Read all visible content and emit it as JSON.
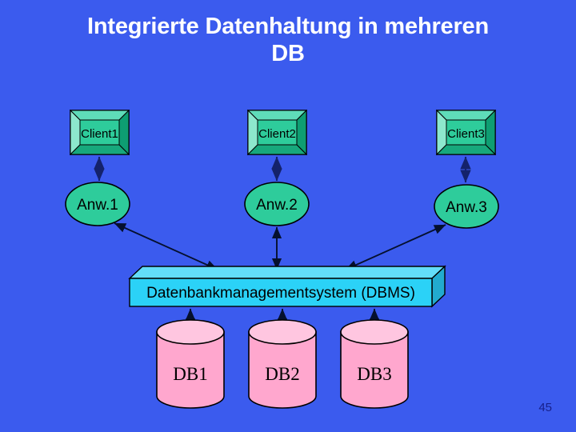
{
  "slide": {
    "title": "Integrierte Datenhaltung in mehreren DB",
    "title_line1": "Integrierte Datenhaltung in mehreren",
    "title_line2": "DB",
    "page_number": "45",
    "background_color": "#3B5BEE",
    "title_color": "#FFFFFF"
  },
  "diagram": {
    "type": "architecture-diagram",
    "colors": {
      "client_box_fill": "#2ECC9B",
      "client_box_bevel_light": "#7FE3C4",
      "client_box_bevel_dark": "#0E9E72",
      "ellipse_fill": "#2ECC9B",
      "dbms_front": "#2BD0F5",
      "dbms_top": "#6FE0FA",
      "dbms_side": "#22A8C8",
      "cylinder_body": "#FFA7CE",
      "cylinder_top": "#FFC3DE",
      "outline": "#000000",
      "arrow": "#14226B"
    },
    "clients": [
      {
        "label": "Client1"
      },
      {
        "label": "Client2"
      },
      {
        "label": "Client3"
      }
    ],
    "applications": [
      {
        "label": "Anw.1"
      },
      {
        "label": "Anw.2"
      },
      {
        "label": "Anw.3"
      }
    ],
    "dbms": {
      "label": "Datenbankmanagementsystem (DBMS)"
    },
    "databases": [
      {
        "label": "DB1"
      },
      {
        "label": "DB2"
      },
      {
        "label": "DB3"
      }
    ],
    "connections": [
      {
        "from": "Client1",
        "to": "Anw.1",
        "style": "bidirectional"
      },
      {
        "from": "Client2",
        "to": "Anw.2",
        "style": "bidirectional"
      },
      {
        "from": "Client3",
        "to": "Anw.3",
        "style": "bidirectional"
      },
      {
        "from": "Anw.1",
        "to": "DBMS",
        "style": "bidirectional"
      },
      {
        "from": "Anw.2",
        "to": "DBMS",
        "style": "bidirectional"
      },
      {
        "from": "Anw.3",
        "to": "DBMS",
        "style": "bidirectional"
      },
      {
        "from": "DBMS",
        "to": "DB1",
        "style": "bidirectional"
      },
      {
        "from": "DBMS",
        "to": "DB2",
        "style": "bidirectional"
      },
      {
        "from": "DBMS",
        "to": "DB3",
        "style": "bidirectional"
      }
    ]
  }
}
